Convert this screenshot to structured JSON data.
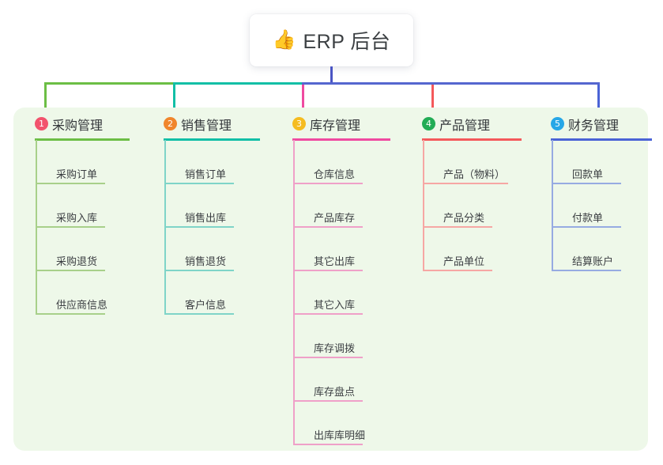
{
  "title": {
    "icon": "thumbs-up-icon",
    "icon_glyph": "👍",
    "text": "ERP 后台"
  },
  "colors": {
    "panel_bg": "#eef8e9",
    "page_bg": "#ffffff",
    "stem": "#4a55c4",
    "bus_green": "#6cbe45",
    "bus_teal": "#12bfa6",
    "bus_blue": "#5566cf",
    "title_text": "#3c4043"
  },
  "columns": [
    {
      "index": "1",
      "badge_color": "#f2536d",
      "accent": "#6cbe45",
      "leaf_accent": "#a8d08a",
      "title": "采购管理",
      "children": [
        "采购订单",
        "采购入库",
        "采购退货",
        "供应商信息"
      ]
    },
    {
      "index": "2",
      "badge_color": "#f0862c",
      "accent": "#12bfa6",
      "leaf_accent": "#7fd4c8",
      "title": "销售管理",
      "children": [
        "销售订单",
        "销售出库",
        "销售退货",
        "客户信息"
      ]
    },
    {
      "index": "3",
      "badge_color": "#f5bc20",
      "accent": "#ef4aa0",
      "leaf_accent": "#efa0c8",
      "title": "库存管理",
      "children": [
        "仓库信息",
        "产品库存",
        "其它出库",
        "其它入库",
        "库存调拨",
        "库存盘点",
        "出库库明细"
      ]
    },
    {
      "index": "4",
      "badge_color": "#22ac55",
      "accent": "#f4595b",
      "leaf_accent": "#f6a7a4",
      "title": "产品管理",
      "children": [
        "产品（物料）",
        "产品分类",
        "产品单位"
      ]
    },
    {
      "index": "5",
      "badge_color": "#27a7e7",
      "accent": "#4a63d6",
      "leaf_accent": "#96abe2",
      "title": "财务管理",
      "children": [
        "回款单",
        "付款单",
        "结算账户"
      ]
    }
  ]
}
